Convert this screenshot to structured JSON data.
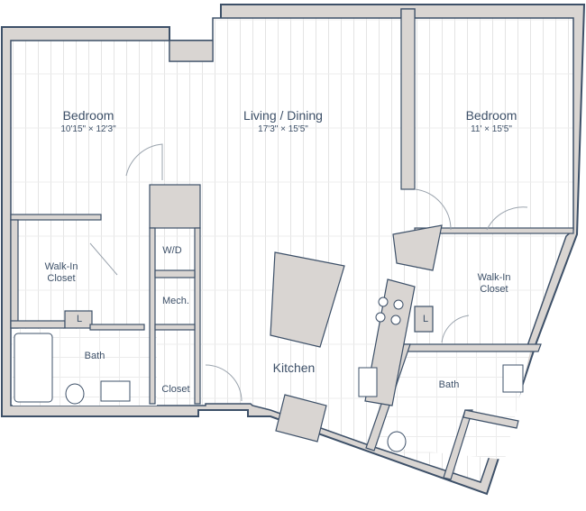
{
  "rooms": {
    "bedroom_left": {
      "name": "Bedroom",
      "dims": "10'15\" × 12'3\""
    },
    "living": {
      "name": "Living / Dining",
      "dims": "17'3\" × 15'5\""
    },
    "bedroom_right": {
      "name": "Bedroom",
      "dims": "11' × 15'5\""
    },
    "walkin_left": {
      "name": "Walk-In Closet"
    },
    "walkin_right": {
      "name": "Walk-In Closet"
    },
    "wd": {
      "name": "W/D"
    },
    "mech": {
      "name": "Mech."
    },
    "bath_left": {
      "name": "Bath"
    },
    "bath_right": {
      "name": "Bath"
    },
    "closet": {
      "name": "Closet"
    },
    "kitchen": {
      "name": "Kitchen"
    },
    "linen_left": {
      "name": "L"
    },
    "linen_right": {
      "name": "L"
    }
  },
  "colors": {
    "wall_fill": "#d9d5d2",
    "wall_stroke": "#3d5068",
    "floor_lines": "#e4e4e4"
  }
}
